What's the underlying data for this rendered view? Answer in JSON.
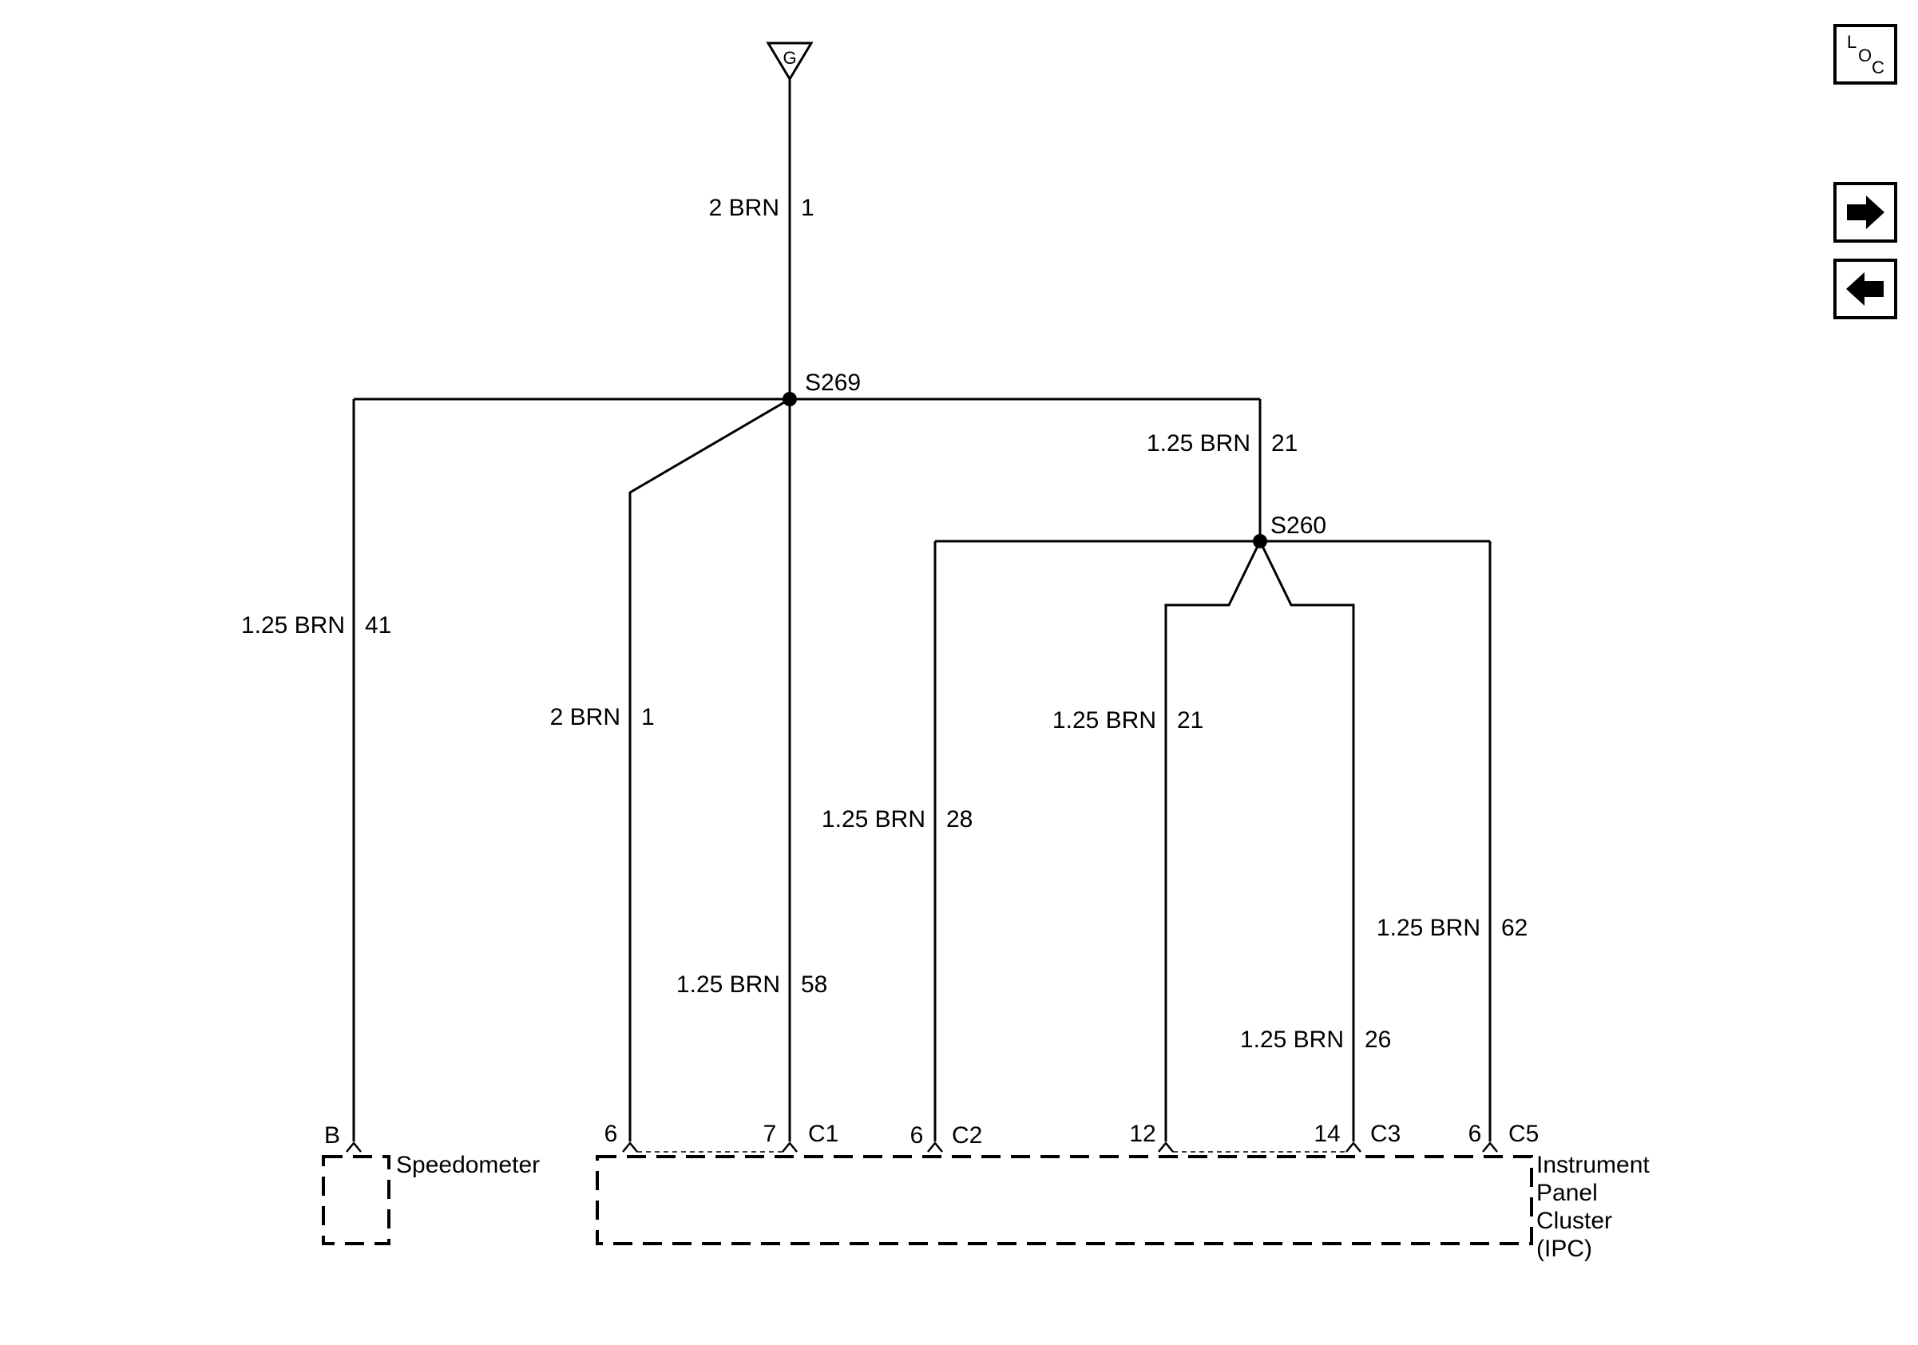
{
  "ground": {
    "label": "G"
  },
  "splices": {
    "s269": "S269",
    "s260": "S260"
  },
  "wires": {
    "w_top": {
      "gauge": "2 BRN",
      "circuit": "1"
    },
    "w_speed": {
      "gauge": "1.25 BRN",
      "circuit": "41"
    },
    "w_c1_6": {
      "gauge": "2 BRN",
      "circuit": "1"
    },
    "w_c1_7": {
      "gauge": "1.25 BRN",
      "circuit": "58"
    },
    "w_s260": {
      "gauge": "1.25 BRN",
      "circuit": "21"
    },
    "w_c2": {
      "gauge": "1.25 BRN",
      "circuit": "28"
    },
    "w_c3_12": {
      "gauge": "1.25 BRN",
      "circuit": "21"
    },
    "w_c3_14": {
      "gauge": "1.25 BRN",
      "circuit": "26"
    },
    "w_c5": {
      "gauge": "1.25 BRN",
      "circuit": "62"
    }
  },
  "pins": {
    "speedometer_pin": "B",
    "c1_a": "6",
    "c1_b": "7",
    "c1_conn": "C1",
    "c2_a": "6",
    "c2_conn": "C2",
    "c3_a": "12",
    "c3_b": "14",
    "c3_conn": "C3",
    "c5_a": "6",
    "c5_conn": "C5"
  },
  "components": {
    "speedometer": "Speedometer",
    "ipc_lines": [
      "Instrument",
      "Panel",
      "Cluster",
      "(IPC)"
    ]
  },
  "nav": {
    "loc_letters": [
      "L",
      "O",
      "C"
    ],
    "forward_icon": "arrow-right-icon",
    "back_icon": "arrow-left-icon"
  }
}
